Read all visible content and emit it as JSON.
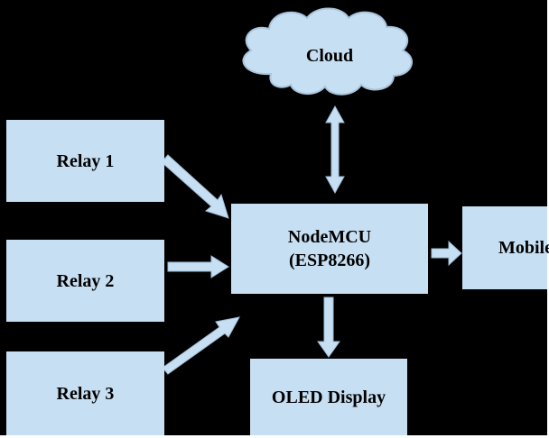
{
  "diagram": {
    "nodes": {
      "cloud": "Cloud",
      "relay1": "Relay 1",
      "relay2": "Relay 2",
      "relay3": "Relay 3",
      "nodemcu_line1": "NodeMCU",
      "nodemcu_line2": "(ESP8266)",
      "mobile": "Mobile",
      "oled": "OLED Display"
    },
    "edges": [
      {
        "from": "relay1",
        "to": "nodemcu",
        "direction": "one-way"
      },
      {
        "from": "relay2",
        "to": "nodemcu",
        "direction": "one-way"
      },
      {
        "from": "relay3",
        "to": "nodemcu",
        "direction": "one-way"
      },
      {
        "from": "cloud",
        "to": "nodemcu",
        "direction": "two-way"
      },
      {
        "from": "nodemcu",
        "to": "mobile",
        "direction": "one-way"
      },
      {
        "from": "nodemcu",
        "to": "oled",
        "direction": "one-way"
      }
    ],
    "colors": {
      "background": "#000000",
      "box_fill": "#c7dff2",
      "text": "#000000"
    }
  }
}
